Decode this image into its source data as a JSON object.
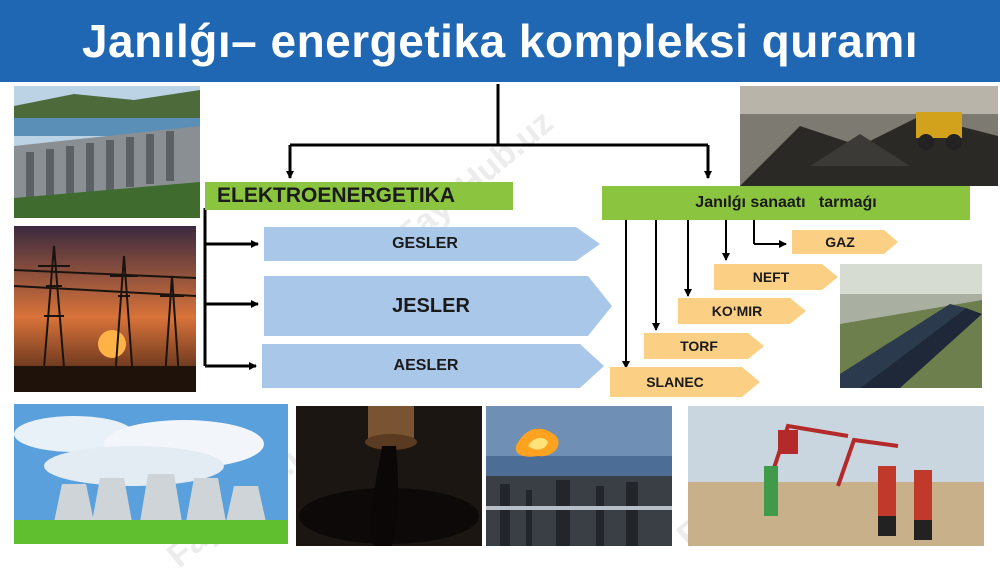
{
  "title": "Janılǵı– energetika kompleksi quramı",
  "branches": {
    "left": {
      "label": "ELEKTROENERGETIKA",
      "items": [
        "GESLER",
        "JESLER",
        "AESLER"
      ]
    },
    "right": {
      "label": "Janılǵı sanaatı   tarmaǵı",
      "items": [
        "GAZ",
        "NEFT",
        "KO‘MIR",
        "TORF",
        "SLANEC"
      ]
    }
  },
  "watermark": "FayllHub.uz",
  "colors": {
    "header": "#1f66b3",
    "green_label": "#8bc53f",
    "blue_arrow": "#a9c7e8",
    "orange_arrow": "#fbcf84"
  },
  "photos": [
    "hydro-dam-photo",
    "power-lines-sunset-photo",
    "coal-mining-photo",
    "pipeline-photo",
    "cooling-towers-photo",
    "oil-drip-photo",
    "gas-flare-refinery-photo",
    "oil-pumpjacks-workers-photo"
  ]
}
